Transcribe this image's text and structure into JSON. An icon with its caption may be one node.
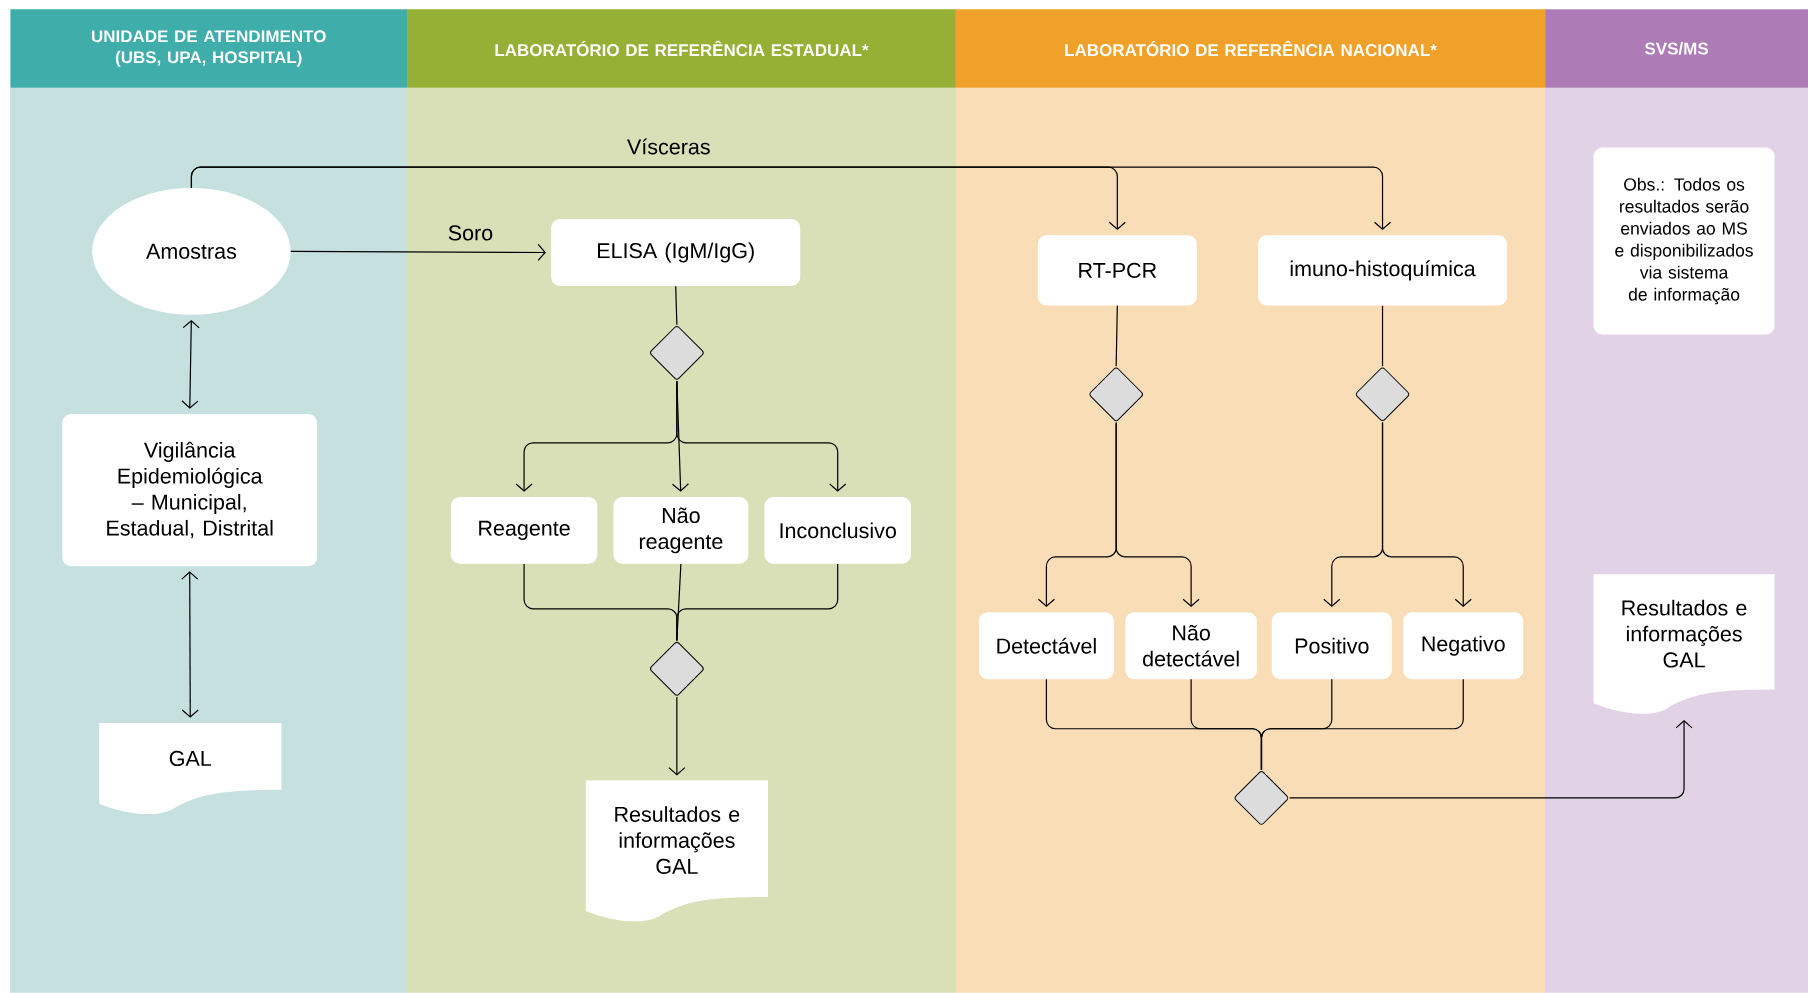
{
  "diagram": {
    "nodes": [
      {
        "text": [
          "UNIDADE DE ATENDIMENTO (UBS, UPA, HOSPITAL)"
        ]
      },
      {
        "text": [
          "LABORATÓRIO DE REFERÊNCIA ESTADUAL*"
        ]
      },
      {
        "text": [
          "LABORATÓRIO DE REFERÊNCIA NACIONAL*"
        ]
      },
      {
        "text": [
          "SVS/MS"
        ]
      },
      {
        "text": [
          "Amostras"
        ],
        "in": 0
      },
      {
        "text": [
          "Vigilância Epidemiológica – Municipal, Estadual, Distrital"
        ],
        "in": 0
      },
      {
        "text": [
          "GAL"
        ],
        "in": 0
      },
      {
        "text": [
          "ELISA (IgM/IgG)"
        ],
        "in": 1
      },
      {
        "text": [],
        "shape": "diamond",
        "in": 1
      },
      {
        "text": [
          "Reagente"
        ],
        "in": 1
      },
      {
        "text": [
          "Não reagente"
        ],
        "in": 1
      },
      {
        "text": [
          "Inconclusivo"
        ],
        "in": 1
      },
      {
        "text": [],
        "shape": "diamond",
        "in": 1
      },
      {
        "text": [
          "Resultados e informações GAL"
        ],
        "in": 1
      },
      {
        "text": [
          "RT-PCR"
        ],
        "in": 2
      },
      {
        "text": [
          "imuno-histoquímica"
        ],
        "in": 2
      },
      {
        "text": [],
        "shape": "diamond",
        "in": 2
      },
      {
        "text": [],
        "shape": "diamond",
        "in": 2
      },
      {
        "text": [
          "Detectável"
        ],
        "in": 2
      },
      {
        "text": [
          "Não detectável"
        ],
        "in": 2
      },
      {
        "text": [
          "Positivo"
        ],
        "in": 2
      },
      {
        "text": [
          "Negativo"
        ],
        "in": 2
      },
      {
        "text": [],
        "shape": "diamond",
        "in": 2
      },
      {
        "text": [
          "Obs.: Todos os resultados serão enviados ao MS e disponibilizados via sistema de informação"
        ],
        "in": 3
      },
      {
        "text": [
          "Resultados e informações GAL"
        ],
        "in": 3
      }
    ],
    "edges": [
      {
        "from": 4,
        "to": 5,
        "arrow": "both"
      },
      {
        "from": 5,
        "to": 6,
        "arrow": "both"
      },
      {
        "from": 4,
        "to": 7,
        "arrow": "to",
        "label": "Soro"
      },
      {
        "from": 4,
        "to": 14,
        "arrow": "to",
        "label": "Vísceras"
      },
      {
        "from": 4,
        "to": 15,
        "arrow": "to"
      },
      {
        "from": 7,
        "to": 8,
        "arrow": "none"
      },
      {
        "from": 8,
        "to": 9,
        "arrow": "to"
      },
      {
        "from": 8,
        "to": 10,
        "arrow": "to"
      },
      {
        "from": 8,
        "to": 11,
        "arrow": "to"
      },
      {
        "from": 9,
        "to": 12,
        "arrow": "none"
      },
      {
        "from": 10,
        "to": 12,
        "arrow": "none"
      },
      {
        "from": 11,
        "to": 12,
        "arrow": "none"
      },
      {
        "from": 12,
        "to": 13,
        "arrow": "to"
      },
      {
        "from": 14,
        "to": 16,
        "arrow": "none"
      },
      {
        "from": 15,
        "to": 17,
        "arrow": "none"
      },
      {
        "from": 16,
        "to": 18,
        "arrow": "to"
      },
      {
        "from": 16,
        "to": 19,
        "arrow": "to"
      },
      {
        "from": 17,
        "to": 20,
        "arrow": "to"
      },
      {
        "from": 17,
        "to": 21,
        "arrow": "to"
      },
      {
        "from": 18,
        "to": 22,
        "arrow": "none"
      },
      {
        "from": 19,
        "to": 22,
        "arrow": "none"
      },
      {
        "from": 20,
        "to": 22,
        "arrow": "none"
      },
      {
        "from": 21,
        "to": 22,
        "arrow": "none"
      },
      {
        "from": 22,
        "to": 24,
        "arrow": "to"
      }
    ]
  }
}
